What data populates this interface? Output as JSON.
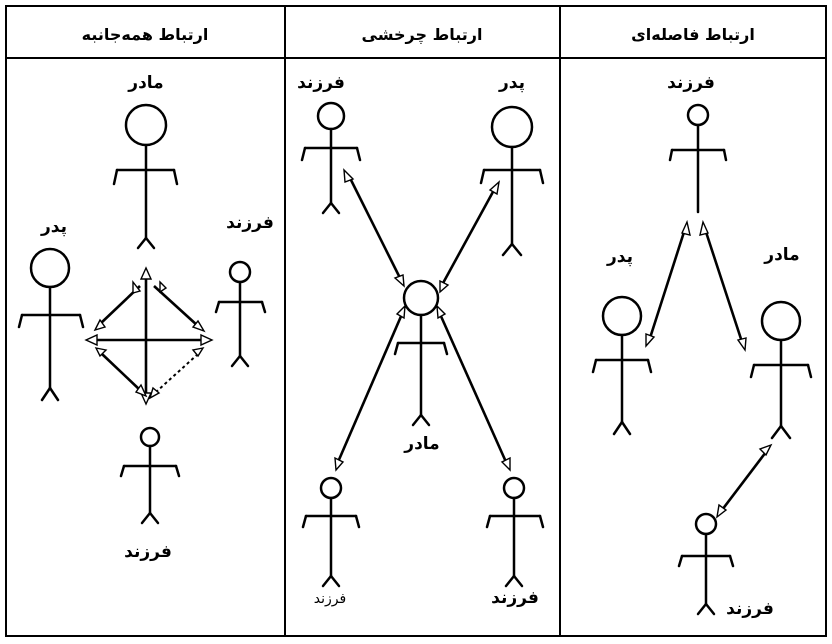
{
  "panels": [
    {
      "header": "ارتباط همه‌جانبه",
      "labels": {
        "top": "مادر",
        "left": "پدر",
        "right": "فرزند",
        "bottom": "فرزند"
      }
    },
    {
      "header": "ارتباط چرخشی",
      "labels": {
        "top_left": "فرزند",
        "top_right": "پدر",
        "center": "مادر",
        "bottom_left": "فرزند",
        "bottom_right": "فرزند"
      }
    },
    {
      "header": "ارتباط فاصله‌ای",
      "labels": {
        "top": "فرزند",
        "left": "پدر",
        "right": "مادر",
        "bottom": "فرزند"
      }
    }
  ]
}
